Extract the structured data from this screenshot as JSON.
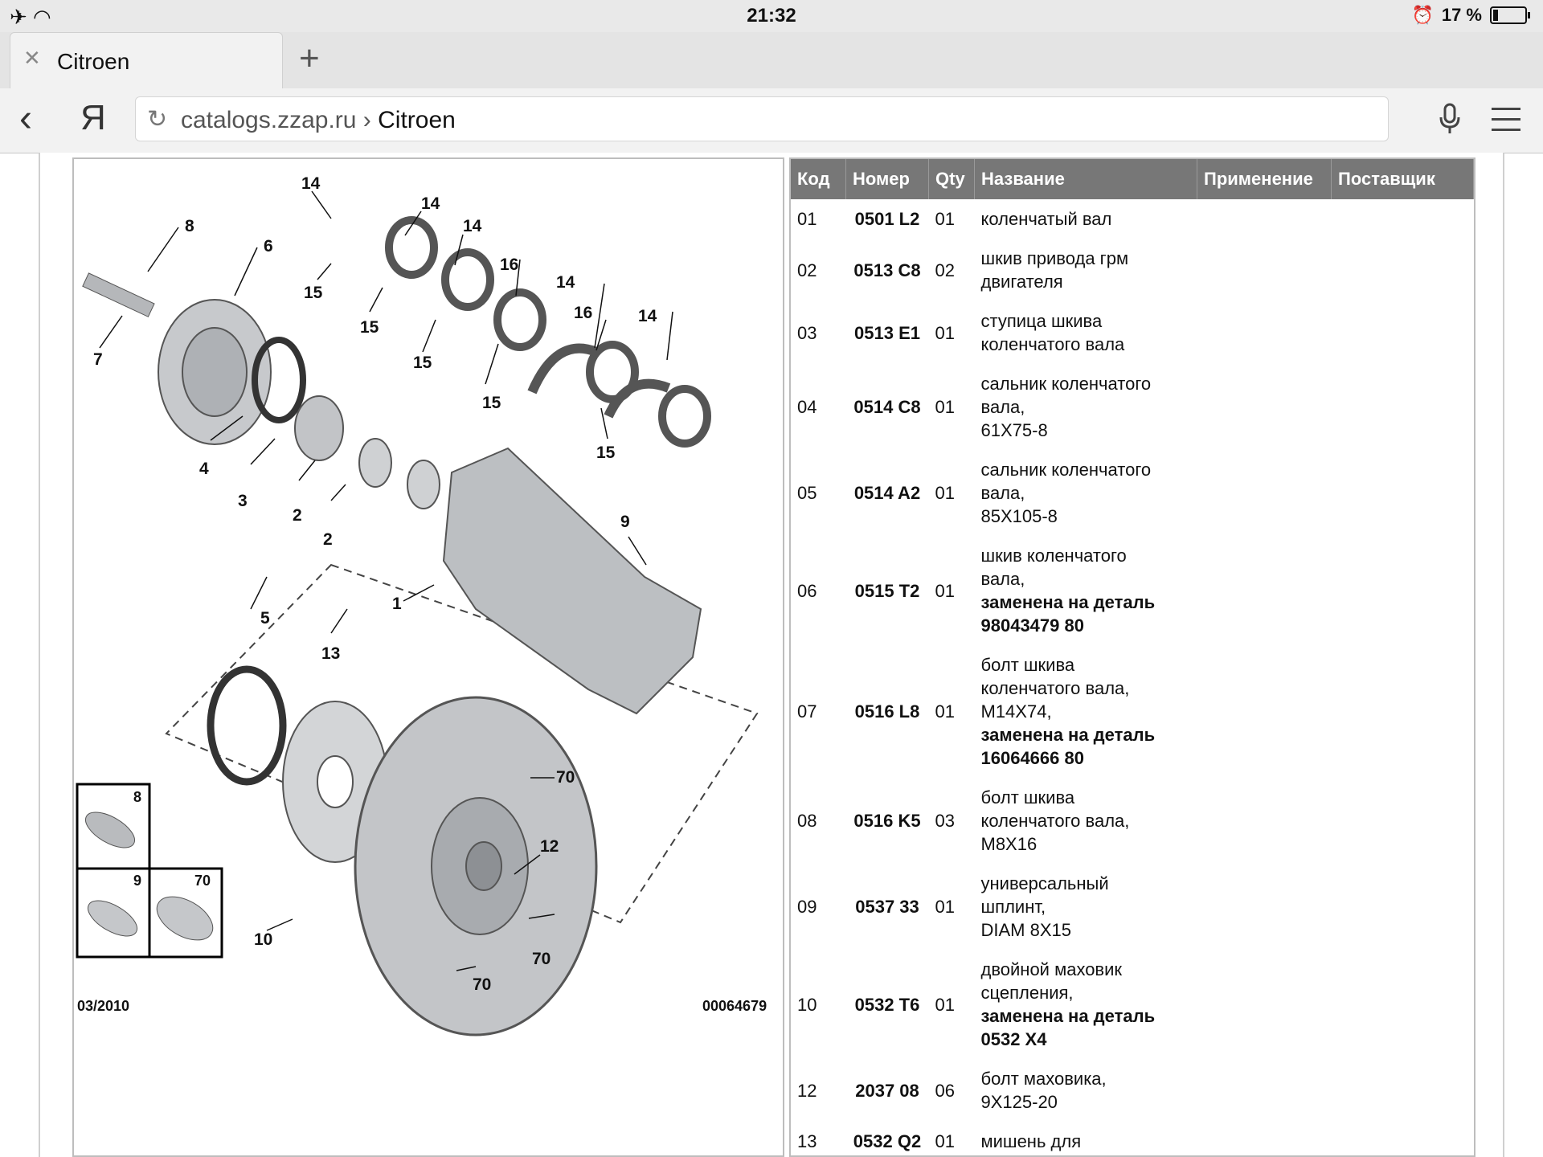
{
  "status": {
    "time": "21:32",
    "battery": "17 %"
  },
  "tab": {
    "title": "Citroen",
    "new_tab": "+"
  },
  "address": {
    "host": "catalogs.zzap.ru",
    "sep": " › ",
    "page": "Citroen",
    "yandex": "Я"
  },
  "diagram": {
    "date": "03/2010",
    "ref": "00064679",
    "callouts": [
      "14",
      "14",
      "14",
      "14",
      "14",
      "8",
      "6",
      "7",
      "15",
      "15",
      "15",
      "15",
      "15",
      "16",
      "16",
      "4",
      "3",
      "2",
      "2",
      "1",
      "9",
      "5",
      "13",
      "70",
      "70",
      "70",
      "12",
      "10",
      "8",
      "9",
      "70"
    ]
  },
  "table": {
    "headers": [
      "Код",
      "Номер",
      "Qty",
      "Название",
      "Применение",
      "Поставщик"
    ],
    "rows": [
      {
        "code": "01",
        "number": "0501 L2",
        "qty": "01",
        "name": [
          "коленчатый вал"
        ],
        "replaced": []
      },
      {
        "code": "02",
        "number": "0513 C8",
        "qty": "02",
        "name": [
          "шкив привода грм",
          "двигателя"
        ],
        "replaced": []
      },
      {
        "code": "03",
        "number": "0513 E1",
        "qty": "01",
        "name": [
          "ступица шкива",
          "коленчатого вала"
        ],
        "replaced": []
      },
      {
        "code": "04",
        "number": "0514 C8",
        "qty": "01",
        "name": [
          "сальник коленчатого",
          "вала,",
          "61X75-8"
        ],
        "replaced": []
      },
      {
        "code": "05",
        "number": "0514 A2",
        "qty": "01",
        "name": [
          "сальник коленчатого",
          "вала,",
          "85X105-8"
        ],
        "replaced": []
      },
      {
        "code": "06",
        "number": "0515 T2",
        "qty": "01",
        "name": [
          "шкив коленчатого",
          "вала,"
        ],
        "replaced": [
          "заменена на деталь",
          "98043479 80"
        ]
      },
      {
        "code": "07",
        "number": "0516 L8",
        "qty": "01",
        "name": [
          "болт шкива",
          "коленчатого вала,",
          "M14X74,"
        ],
        "replaced": [
          "заменена на деталь",
          "16064666 80"
        ]
      },
      {
        "code": "08",
        "number": "0516 K5",
        "qty": "03",
        "name": [
          "болт шкива",
          "коленчатого вала,",
          "M8X16"
        ],
        "replaced": []
      },
      {
        "code": "09",
        "number": "0537 33",
        "qty": "01",
        "name": [
          "универсальный",
          "шплинт,",
          "DIAM 8X15"
        ],
        "replaced": []
      },
      {
        "code": "10",
        "number": "0532 T6",
        "qty": "01",
        "name": [
          "двойной маховик",
          "сцепления,"
        ],
        "replaced": [
          "заменена на деталь",
          "0532 X4"
        ]
      },
      {
        "code": "12",
        "number": "2037 08",
        "qty": "06",
        "name": [
          "болт маховика,",
          "9X125-20"
        ],
        "replaced": []
      },
      {
        "code": "13",
        "number": "0532 Q2",
        "qty": "01",
        "name": [
          "мишень для"
        ],
        "replaced": []
      }
    ]
  }
}
